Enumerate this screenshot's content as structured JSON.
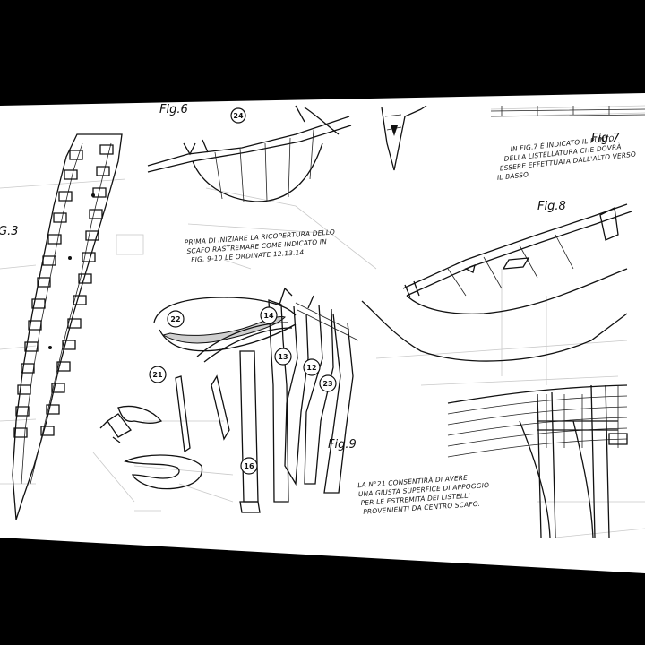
{
  "figures": {
    "fig3": "G.3",
    "fig6": "Fig.6",
    "fig7": "Fig.7",
    "fig8": "Fig.8",
    "fig9": "Fig.9"
  },
  "notes": {
    "fig7_note": [
      "IN FIG.7 È INDICATO IL PUNTO",
      "DELLA LISTELLATURA CHE DOVRÀ",
      "ESSERE EFFETTUATA DALL'ALTO VERSO",
      "IL BASSO."
    ],
    "planking_note": [
      "PRIMA DI INIZIARE LA RICOPERTURA DELLO",
      "SCAFO RASTREMARE COME INDICATO IN",
      "FIG. 9-10 LE ORDINATE 12.13.14."
    ],
    "part21_note": [
      "LA N°21 CONSENTIRÀ DI AVERE",
      "UNA GIUSTA SUPERFICE DI APPOGGIO",
      "PER LE ESTREMITÀ DEI LISTELLI",
      "PROVENIENTI DA CENTRO SCAFO."
    ]
  },
  "part_numbers": [
    "24",
    "22",
    "14",
    "13",
    "12",
    "23",
    "21",
    "16"
  ],
  "colors": {
    "line": "#111111",
    "paper": "#ffffff",
    "background": "#000000",
    "faint": "#c9c9c9"
  }
}
